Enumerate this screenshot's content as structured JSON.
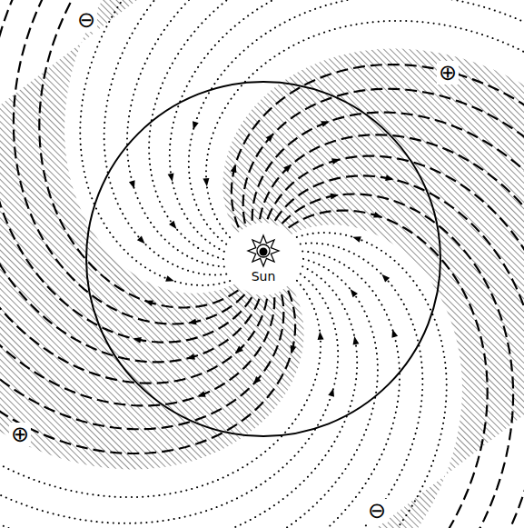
{
  "diagram": {
    "labels": [
      "⊖",
      "⊕",
      "⊕",
      "Sun",
      "⊖"
    ]
  }
}
